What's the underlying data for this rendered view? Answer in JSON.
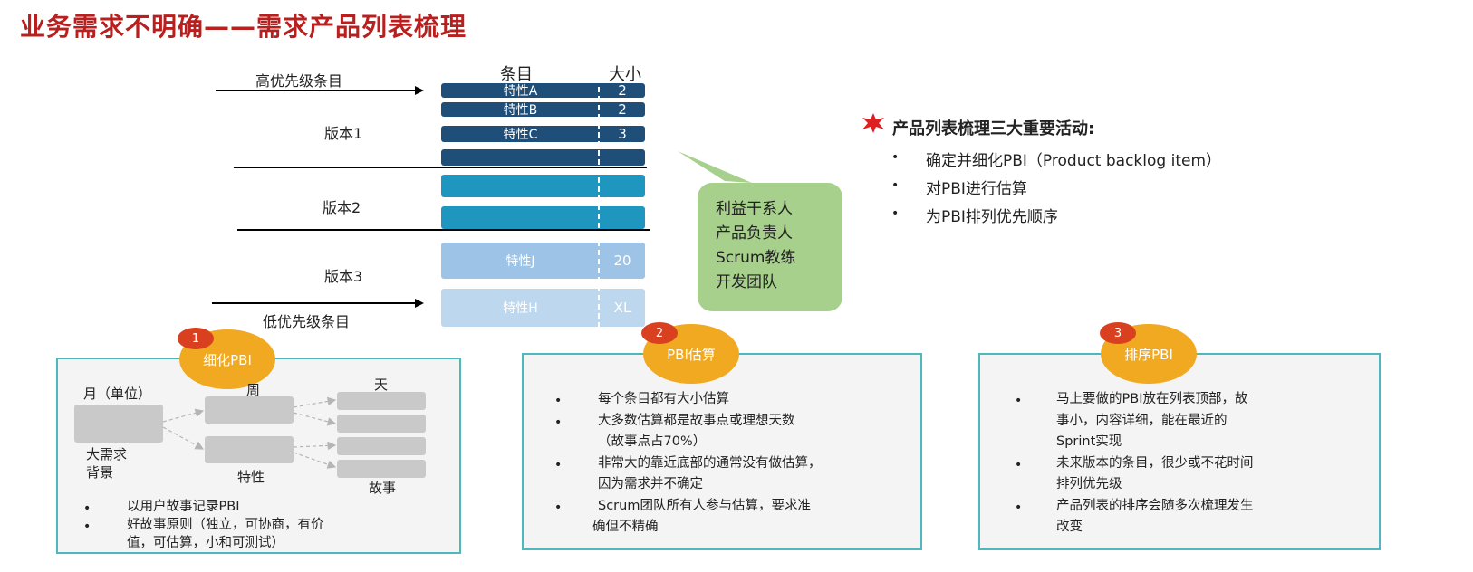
{
  "title": "业务需求不明确——需求产品列表梳理",
  "backlog": {
    "col_item": "条目",
    "col_size": "大小",
    "high_priority": "高优先级条目",
    "low_priority": "低优先级条目",
    "release1": "版本1",
    "release2": "版本2",
    "release3": "版本3",
    "items": [
      {
        "name": "特性A",
        "size": "2"
      },
      {
        "name": "特性B",
        "size": "2"
      },
      {
        "name": "特性C",
        "size": "3"
      },
      {
        "name": "",
        "size": ""
      },
      {
        "name": "",
        "size": ""
      },
      {
        "name": "",
        "size": ""
      },
      {
        "name": "特性J",
        "size": "20"
      },
      {
        "name": "特性H",
        "size": "XL"
      }
    ]
  },
  "stakeholders": [
    "利益干系人",
    "产品负责人",
    "Scrum教练",
    "开发团队"
  ],
  "activities": {
    "title": "产品列表梳理三大重要活动:",
    "items": [
      "确定并细化PBI（Product backlog item）",
      "对PBI进行估算",
      "为PBI排列优先顺序"
    ]
  },
  "panels": {
    "refine": {
      "num": "1",
      "title": "细化PBI",
      "diagram": {
        "month": "月（单位）",
        "week": "周",
        "day": "天",
        "epic": "大需求\n背景",
        "feature": "特性",
        "story": "故事"
      },
      "bullets": [
        "以用户故事记录PBI",
        "好故事原则（独立，可协商，有价",
        "值，可估算，小和可测试）"
      ]
    },
    "estimate": {
      "num": "2",
      "title": "PBI估算",
      "lines": [
        "每个条目都有大小估算",
        "大多数估算都是故事点或理想天数",
        "（故事点占70%）",
        "非常大的靠近底部的通常没有做估算，",
        "因为需求并不确定",
        "Scrum团队所有人参与估算，要求准",
        "确但不精确"
      ]
    },
    "order": {
      "num": "3",
      "title": "排序PBI",
      "lines": [
        "马上要做的PBI放在列表顶部，故",
        "事小，内容详细，能在最近的",
        "Sprint实现",
        "未来版本的条目，很少或不花时间",
        "排列优先级",
        "产品列表的排序会随多次梳理发生",
        "改变"
      ]
    }
  },
  "colors": {
    "title": "#b8201f",
    "dark_blue": "#1f4e79",
    "teal_blue": "#1e96c0",
    "light_blue": "#9dc3e6",
    "pale_blue": "#bdd7ee",
    "green": "#a8d08d",
    "orange": "#f0a920",
    "panel_border": "#4fb8bd"
  }
}
